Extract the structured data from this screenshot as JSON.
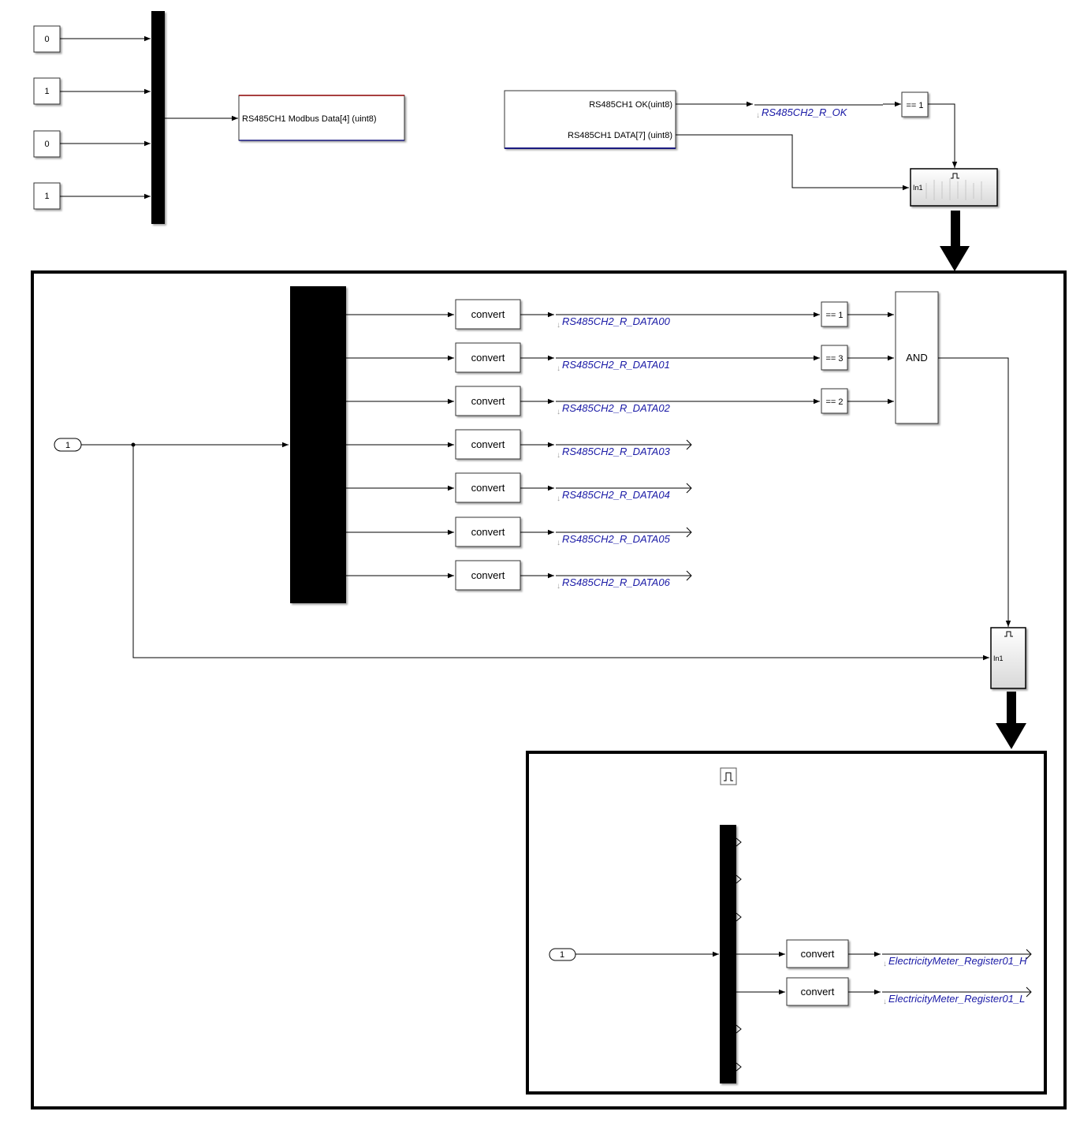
{
  "constants": [
    "0",
    "1",
    "0",
    "1"
  ],
  "modbus_write_block": "RS485CH1 Modbus Data[4] (uint8)",
  "receive_block": {
    "ok_port": "RS485CH1 OK(uint8)",
    "data_port": "RS485CH1 DATA[7] (uint8)"
  },
  "ok_tag": "RS485CH2_R_OK",
  "compare_ok": "== 1",
  "subsystem_port": "In1",
  "inport_label": "1",
  "convert_label": "convert",
  "data_tags": [
    "RS485CH2_R_DATA00",
    "RS485CH2_R_DATA01",
    "RS485CH2_R_DATA02",
    "RS485CH2_R_DATA03",
    "RS485CH2_R_DATA04",
    "RS485CH2_R_DATA05",
    "RS485CH2_R_DATA06"
  ],
  "compares": [
    "== 1",
    "== 3",
    "== 2"
  ],
  "and_label": "AND",
  "register_tags": [
    "ElectricityMeter_Register01_H",
    "ElectricityMeter_Register01_L"
  ],
  "colors": {
    "tag": "#1a1aa6",
    "line": "#000000"
  }
}
